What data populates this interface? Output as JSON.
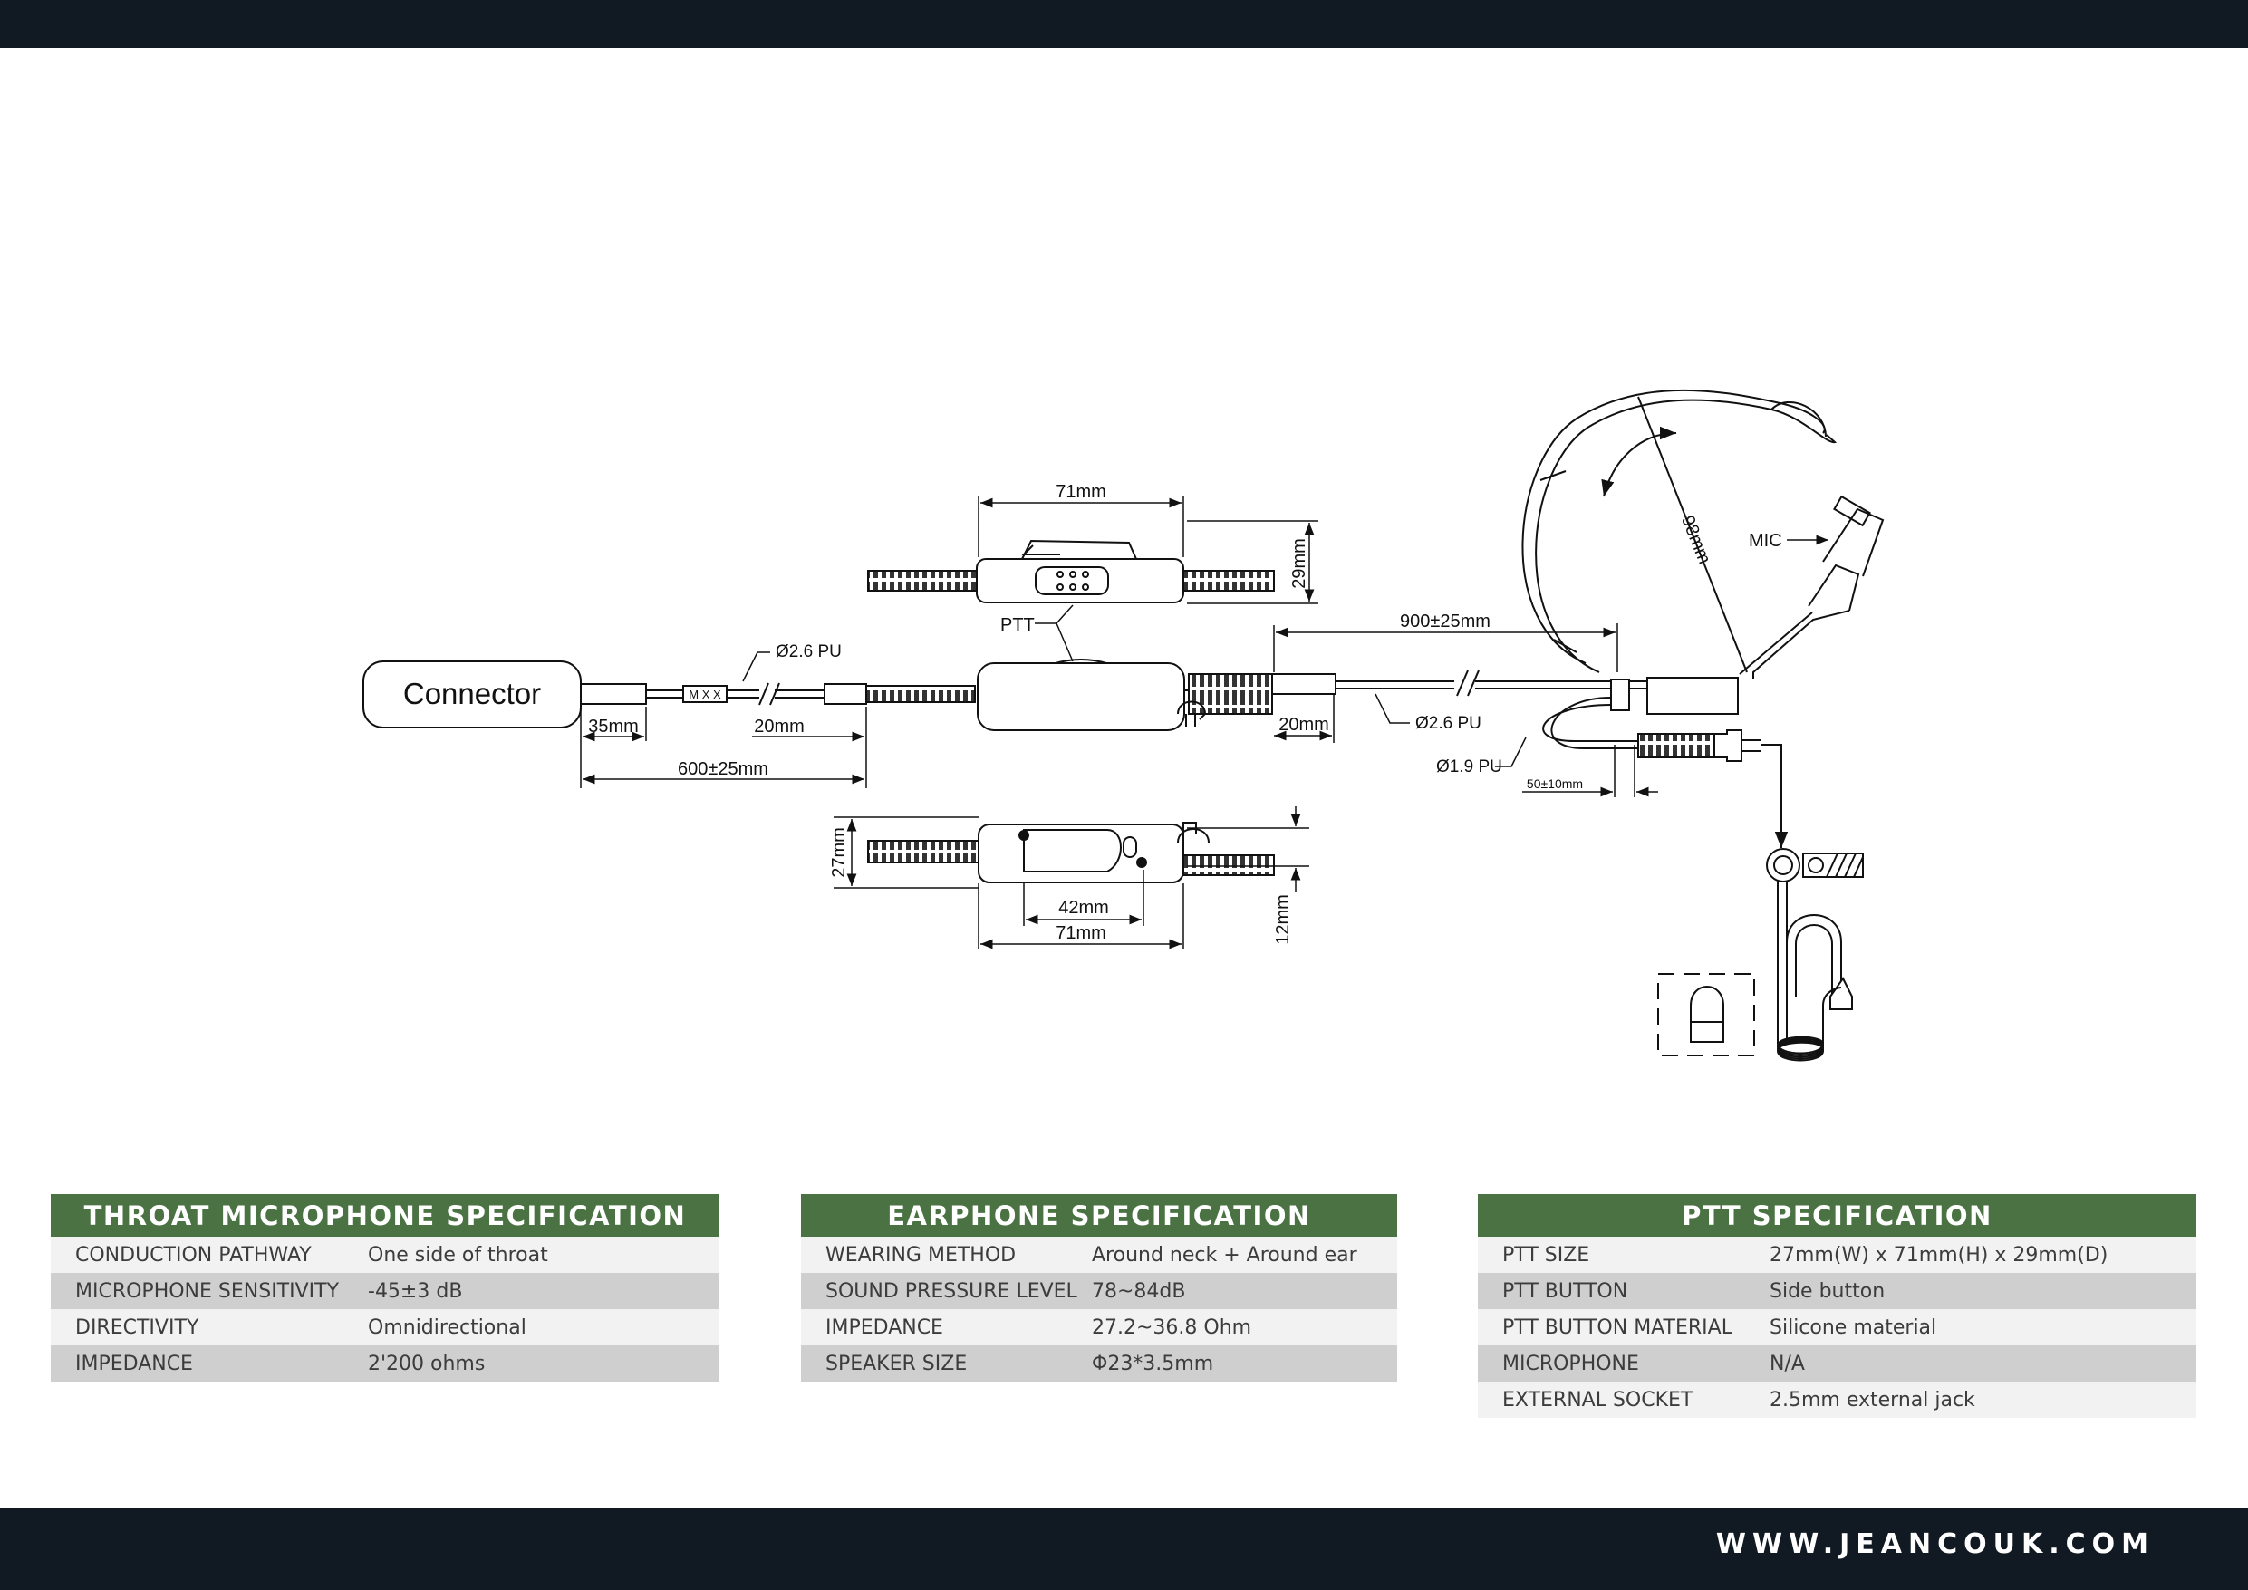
{
  "diagram": {
    "labels": {
      "connector": "Connector",
      "dia_26_left": "Ø2.6 PU",
      "mxx": "M X X",
      "dim_35": "35mm",
      "dim_20_left": "20mm",
      "dim_600": "600±25mm",
      "dim_71_top": "71mm",
      "dim_29": "29mm",
      "ptt": "PTT",
      "dim_900": "900±25mm",
      "dim_20_right": "20mm",
      "dia_26_right": "Ø2.6 PU",
      "dia_19": "Ø1.9 PU",
      "dim_50": "50±10mm",
      "dim_98": "98mm",
      "mic": "MIC",
      "dim_27": "27mm",
      "dim_42": "42mm",
      "dim_71_bottom": "71mm",
      "dim_12": "12mm"
    }
  },
  "specs": {
    "throat": {
      "title": "THROAT MICROPHONE SPECIFICATION",
      "rows": [
        {
          "k": "CONDUCTION PATHWAY",
          "v": "One side of throat"
        },
        {
          "k": "MICROPHONE SENSITIVITY",
          "v": "-45±3 dB"
        },
        {
          "k": "DIRECTIVITY",
          "v": "Omnidirectional"
        },
        {
          "k": "IMPEDANCE",
          "v": "2'200 ohms"
        }
      ]
    },
    "earphone": {
      "title": "EARPHONE SPECIFICATION",
      "rows": [
        {
          "k": "WEARING METHOD",
          "v": "Around neck + Around ear"
        },
        {
          "k": "SOUND PRESSURE LEVEL",
          "v": "78~84dB"
        },
        {
          "k": "IMPEDANCE",
          "v": "27.2~36.8 Ohm"
        },
        {
          "k": "SPEAKER SIZE",
          "v": "Φ23*3.5mm"
        }
      ]
    },
    "ptt": {
      "title": "PTT SPECIFICATION",
      "rows": [
        {
          "k": "PTT SIZE",
          "v": "27mm(W) x 71mm(H) x 29mm(D)"
        },
        {
          "k": "PTT BUTTON",
          "v": "Side button"
        },
        {
          "k": "PTT BUTTON MATERIAL",
          "v": "Silicone material"
        },
        {
          "k": "MICROPHONE",
          "v": "N/A"
        },
        {
          "k": "EXTERNAL SOCKET",
          "v": "2.5mm external jack"
        }
      ]
    }
  },
  "footer": {
    "website": "WWW.JEANCOUK.COM"
  }
}
